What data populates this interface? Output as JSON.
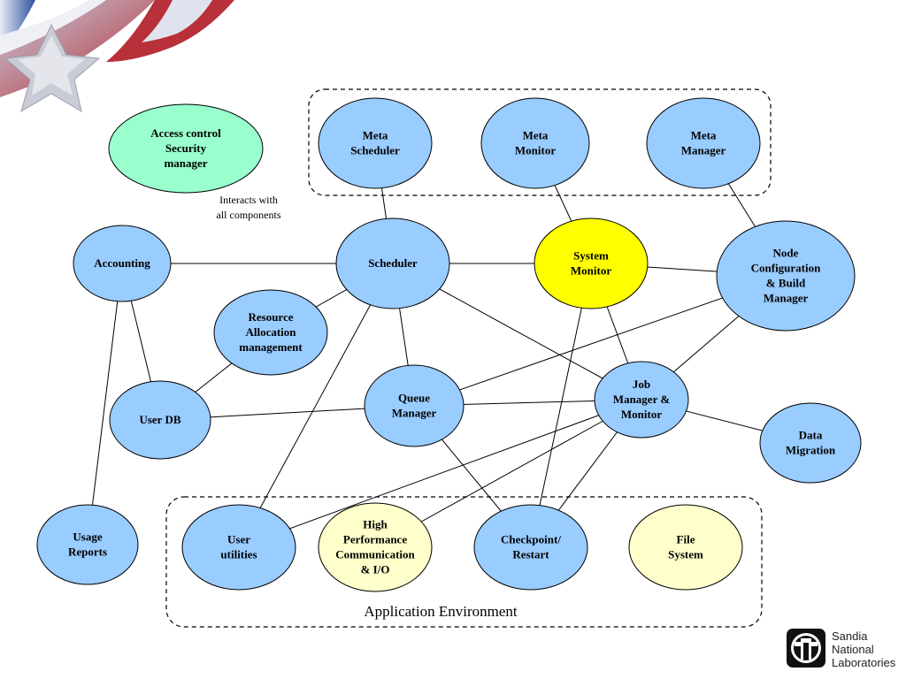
{
  "colors": {
    "blue": "#99ccff",
    "green": "#99ffcc",
    "yellow": "#ffff00",
    "light_yellow": "#ffffcc"
  },
  "nodes": [
    {
      "id": "meta-scheduler",
      "lines": [
        "Meta",
        "Scheduler"
      ],
      "fill": "blue"
    },
    {
      "id": "meta-monitor",
      "lines": [
        "Meta",
        "Monitor"
      ],
      "fill": "blue"
    },
    {
      "id": "meta-manager",
      "lines": [
        "Meta",
        "Manager"
      ],
      "fill": "blue"
    },
    {
      "id": "access-control",
      "lines": [
        "Access control",
        "Security",
        "manager"
      ],
      "fill": "green"
    },
    {
      "id": "accounting",
      "lines": [
        "Accounting"
      ],
      "fill": "blue"
    },
    {
      "id": "scheduler",
      "lines": [
        "Scheduler"
      ],
      "fill": "blue"
    },
    {
      "id": "system-monitor",
      "lines": [
        "System",
        "Monitor"
      ],
      "fill": "yellow"
    },
    {
      "id": "node-config",
      "lines": [
        "Node",
        "Configuration",
        "& Build",
        "Manager"
      ],
      "fill": "blue"
    },
    {
      "id": "resource-allocation",
      "lines": [
        "Resource",
        "Allocation",
        "management"
      ],
      "fill": "blue"
    },
    {
      "id": "user-db",
      "lines": [
        "User DB"
      ],
      "fill": "blue"
    },
    {
      "id": "queue-manager",
      "lines": [
        "Queue",
        "Manager"
      ],
      "fill": "blue"
    },
    {
      "id": "job-manager",
      "lines": [
        "Job",
        "Manager &",
        "Monitor"
      ],
      "fill": "blue"
    },
    {
      "id": "data-migration",
      "lines": [
        "Data",
        "Migration"
      ],
      "fill": "blue"
    },
    {
      "id": "usage-reports",
      "lines": [
        "Usage",
        "Reports"
      ],
      "fill": "blue"
    },
    {
      "id": "user-utilities",
      "lines": [
        "User",
        "utilities"
      ],
      "fill": "blue"
    },
    {
      "id": "hpc-io",
      "lines": [
        "High",
        "Performance",
        "Communication",
        "& I/O"
      ],
      "fill": "light_yellow"
    },
    {
      "id": "checkpoint-restart",
      "lines": [
        "Checkpoint/",
        "Restart"
      ],
      "fill": "blue"
    },
    {
      "id": "file-system",
      "lines": [
        "File",
        "System"
      ],
      "fill": "light_yellow"
    }
  ],
  "edges": [
    [
      "meta-scheduler",
      "scheduler"
    ],
    [
      "meta-monitor",
      "system-monitor"
    ],
    [
      "meta-manager",
      "node-config"
    ],
    [
      "accounting",
      "scheduler"
    ],
    [
      "scheduler",
      "system-monitor"
    ],
    [
      "system-monitor",
      "node-config"
    ],
    [
      "accounting",
      "user-db"
    ],
    [
      "accounting",
      "usage-reports"
    ],
    [
      "scheduler",
      "resource-allocation"
    ],
    [
      "resource-allocation",
      "user-db"
    ],
    [
      "scheduler",
      "queue-manager"
    ],
    [
      "scheduler",
      "job-manager"
    ],
    [
      "scheduler",
      "user-utilities"
    ],
    [
      "system-monitor",
      "job-manager"
    ],
    [
      "system-monitor",
      "checkpoint-restart"
    ],
    [
      "node-config",
      "queue-manager"
    ],
    [
      "node-config",
      "job-manager"
    ],
    [
      "user-db",
      "queue-manager"
    ],
    [
      "queue-manager",
      "job-manager"
    ],
    [
      "queue-manager",
      "checkpoint-restart"
    ],
    [
      "job-manager",
      "data-migration"
    ],
    [
      "job-manager",
      "user-utilities"
    ],
    [
      "job-manager",
      "hpc-io"
    ],
    [
      "job-manager",
      "checkpoint-restart"
    ]
  ],
  "annotations": {
    "interacts_line1": "Interacts with",
    "interacts_line2": "all components",
    "application_environment": "Application Environment"
  },
  "logo": {
    "line1": "Sandia",
    "line2": "National",
    "line3": "Laboratories"
  }
}
